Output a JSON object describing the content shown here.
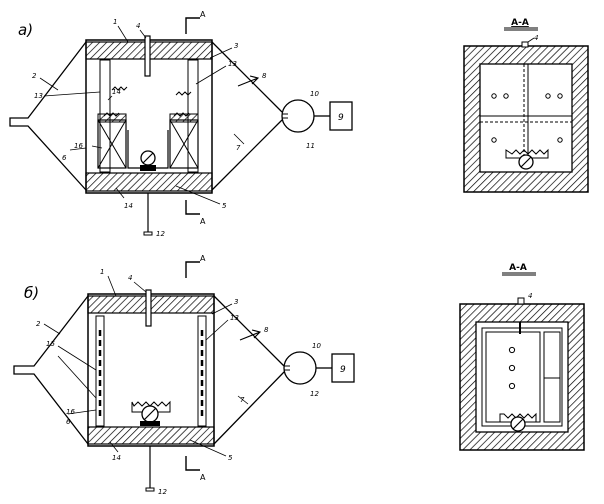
{
  "figure_a": {
    "panel_label": "a)",
    "section_mark": "A",
    "callouts": [
      "1",
      "4",
      "3",
      "2",
      "13",
      "14",
      "8",
      "10",
      "9",
      "11",
      "7",
      "6",
      "16",
      "5",
      "14",
      "12"
    ]
  },
  "figure_b": {
    "panel_label": "б)",
    "section_mark": "A",
    "callouts": [
      "1",
      "4",
      "3",
      "2",
      "15",
      "13",
      "8",
      "10",
      "9",
      "12",
      "7",
      "16",
      "6",
      "14",
      "5",
      "12"
    ]
  },
  "section_a": {
    "title": "A-A",
    "callout": "4"
  },
  "section_b": {
    "title": "A-A",
    "callout": "4"
  }
}
